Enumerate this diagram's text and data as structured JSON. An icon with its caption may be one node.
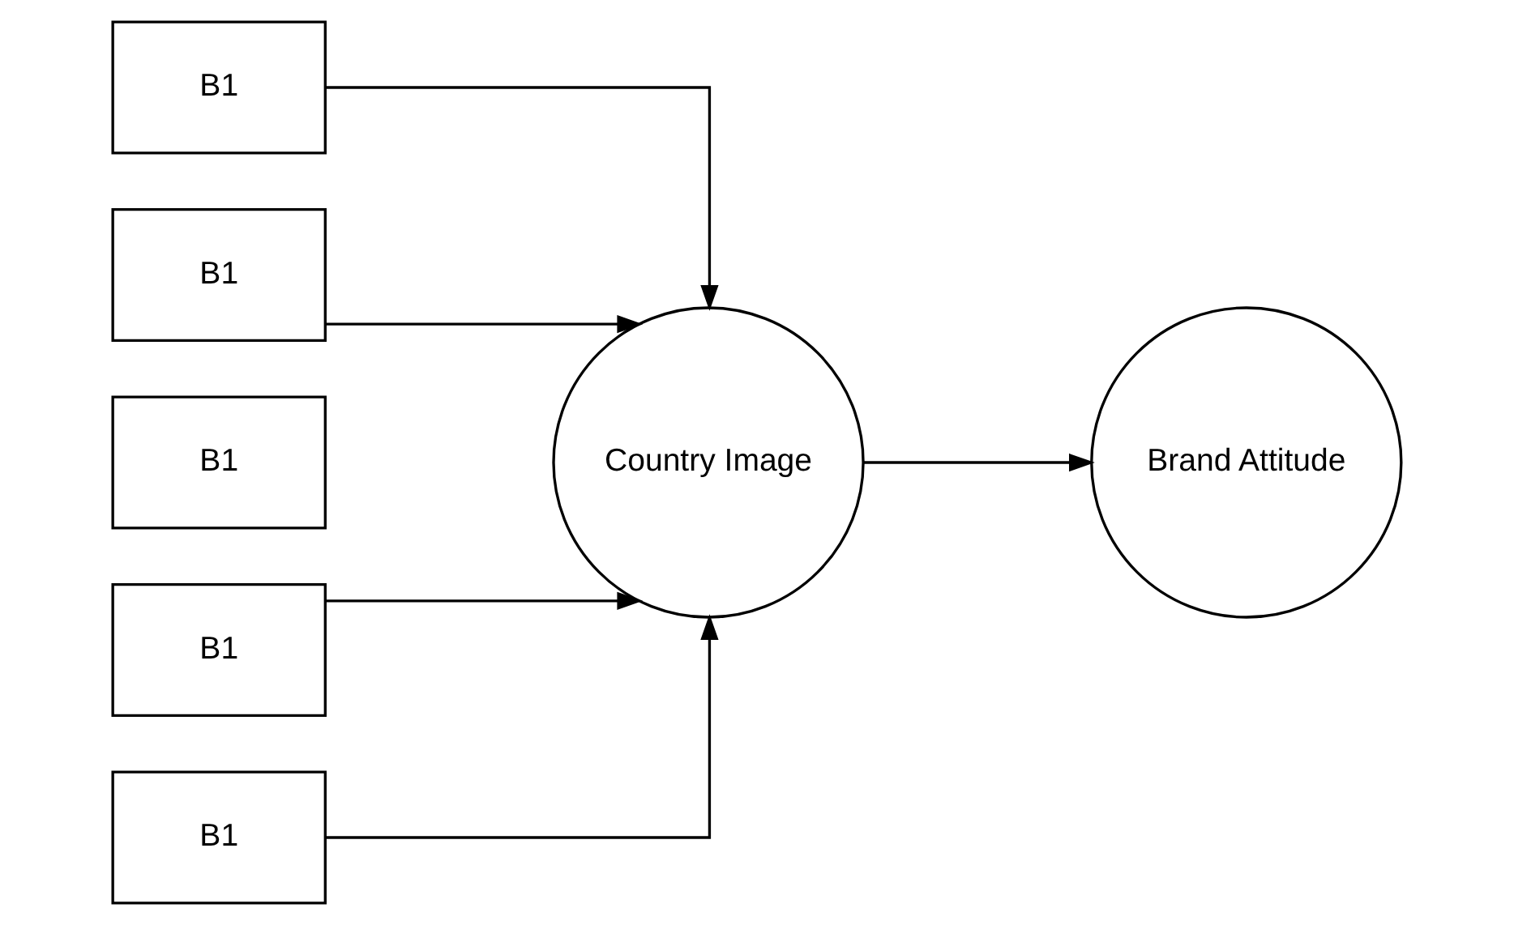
{
  "diagram": {
    "nodes": [
      {
        "text": [
          "B1"
        ]
      },
      {
        "text": [
          "B1"
        ]
      },
      {
        "text": [
          "B1"
        ]
      },
      {
        "text": [
          "B1"
        ]
      },
      {
        "text": [
          "B1"
        ]
      },
      {
        "text": [
          "Country Image"
        ]
      },
      {
        "text": [
          "Brand Attitude"
        ]
      }
    ],
    "edges": [
      {
        "from": 0,
        "to": 5,
        "arrow": "to"
      },
      {
        "from": 1,
        "to": 5,
        "arrow": "to"
      },
      {
        "from": 3,
        "to": 5,
        "arrow": "to"
      },
      {
        "from": 4,
        "to": 5,
        "arrow": "to"
      },
      {
        "from": 5,
        "to": 6,
        "arrow": "to"
      }
    ]
  }
}
